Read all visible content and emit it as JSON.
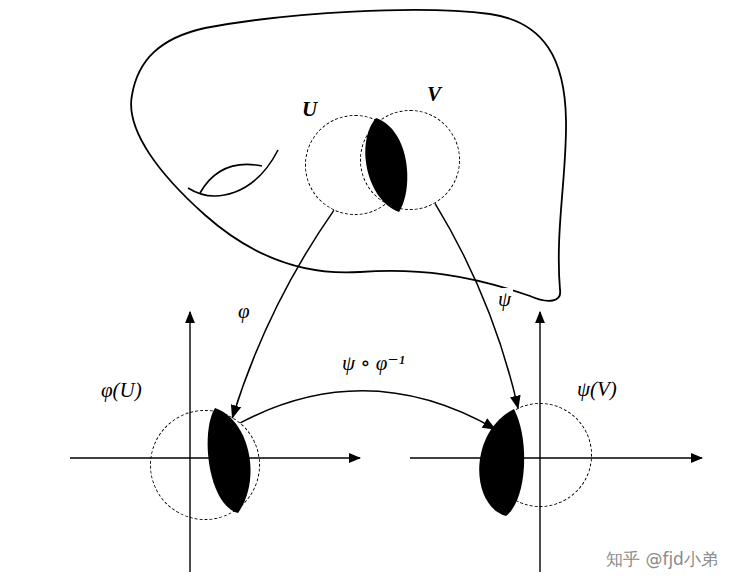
{
  "diagram": {
    "nodes": [
      {
        "text": [
          "U"
        ]
      },
      {
        "text": [
          "V"
        ]
      },
      {
        "text": [
          "φ(U)"
        ]
      },
      {
        "text": [
          "ψ(V)"
        ]
      }
    ],
    "edges": [
      {
        "from": 0,
        "to": 2,
        "label": "φ",
        "arrow": "to"
      },
      {
        "from": 1,
        "to": 3,
        "label": "ψ",
        "arrow": "to"
      },
      {
        "from": 2,
        "to": 3,
        "label": "ψ ∘ φ⁻¹",
        "arrow": "to"
      }
    ],
    "labels": [
      "知乎 @fjd小弟"
    ]
  }
}
